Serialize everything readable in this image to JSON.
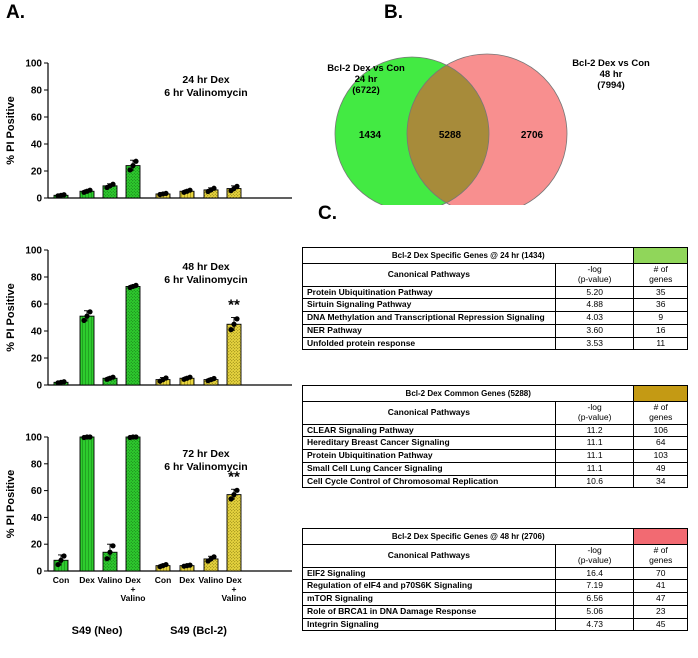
{
  "labels": {
    "panelA": "A.",
    "panelB": "B.",
    "panelC": "C."
  },
  "chart_data": [
    {
      "type": "bar",
      "title": "24 hr Dex\n6 hr Valinomycin",
      "ylabel": "% PI Positive",
      "ylim": [
        0,
        100
      ],
      "yticks": [
        0,
        20,
        40,
        60,
        80,
        100
      ],
      "categories": [
        "Con",
        "Dex",
        "Valino",
        "Dex + Valino",
        "Con",
        "Dex",
        "Valino",
        "Dex + Valino"
      ],
      "groups": [
        "S49 (Neo)",
        "S49 (Bcl-2)"
      ],
      "values": [
        2,
        5,
        9,
        24,
        3,
        5,
        6,
        7
      ],
      "errors": [
        0.5,
        1,
        1.5,
        4,
        0.5,
        1,
        1.5,
        2
      ],
      "significance": [],
      "colors": {
        "neo": "#2ecc2e",
        "bcl2": "#e8d540"
      }
    },
    {
      "type": "bar",
      "title": "48 hr Dex\n6 hr Valinomycin",
      "ylabel": "% PI Positive",
      "ylim": [
        0,
        100
      ],
      "yticks": [
        0,
        20,
        40,
        60,
        80,
        100
      ],
      "categories": [
        "Con",
        "Dex",
        "Valino",
        "Dex + Valino",
        "Con",
        "Dex",
        "Valino",
        "Dex + Valino"
      ],
      "groups": [
        "S49 (Neo)",
        "S49 (Bcl-2)"
      ],
      "values": [
        2,
        51,
        5,
        73,
        4,
        5,
        4,
        45
      ],
      "errors": [
        0.5,
        4,
        1,
        1,
        1.5,
        1,
        1,
        5
      ],
      "significance": [
        {
          "index": 7,
          "text": "**"
        }
      ],
      "colors": {
        "neo": "#2ecc2e",
        "bcl2": "#e8d540"
      }
    },
    {
      "type": "bar",
      "title": "72 hr Dex\n6 hr Valinomycin",
      "ylabel": "% PI Positive",
      "ylim": [
        0,
        100
      ],
      "yticks": [
        0,
        20,
        40,
        60,
        80,
        100
      ],
      "categories": [
        "Con",
        "Dex",
        "Valino",
        "Dex + Valino",
        "Con",
        "Dex",
        "Valino",
        "Dex + Valino"
      ],
      "groups": [
        "S49 (Neo)",
        "S49 (Bcl-2)"
      ],
      "values": [
        8,
        100,
        14,
        100,
        4,
        4,
        9,
        57
      ],
      "errors": [
        4,
        0.5,
        6,
        0.5,
        1,
        0.5,
        2,
        4
      ],
      "significance": [
        {
          "index": 7,
          "text": "**"
        }
      ],
      "colors": {
        "neo": "#2ecc2e",
        "bcl2": "#e8d540"
      }
    }
  ],
  "venn": {
    "left": {
      "title": "Bcl-2 Dex vs Con\n24 hr\n(6722)",
      "unique": 1434,
      "color": "#33e833"
    },
    "right": {
      "title": "Bcl-2 Dex vs Con\n48 hr\n(7994)",
      "unique": 2706,
      "color": "#f78585"
    },
    "overlap": {
      "count": 5288,
      "color": "#a78b3a"
    }
  },
  "tables": [
    {
      "title": "Bcl-2 Dex Specific Genes @ 24 hr (1434)",
      "swatch": "#90d65a",
      "headers": [
        "Canonical Pathways",
        "-log\n(p-value)",
        "# of\ngenes"
      ],
      "rows": [
        [
          "Protein Ubiquitination Pathway",
          "5.20",
          "35"
        ],
        [
          "Sirtuin Signaling Pathway",
          "4.88",
          "36"
        ],
        [
          "DNA Methylation and Transcriptional Repression Signaling",
          "4.03",
          "9"
        ],
        [
          "NER Pathway",
          "3.60",
          "16"
        ],
        [
          "Unfolded protein response",
          "3.53",
          "11"
        ]
      ]
    },
    {
      "title": "Bcl-2 Dex Common Genes (5288)",
      "swatch": "#c49a14",
      "headers": [
        "Canonical Pathways",
        "-log\n(p-value)",
        "# of\ngenes"
      ],
      "rows": [
        [
          "CLEAR Signaling Pathway",
          "11.2",
          "106"
        ],
        [
          "Hereditary Breast Cancer Signaling",
          "11.1",
          "64"
        ],
        [
          "Protein Ubiquitination Pathway",
          "11.1",
          "103"
        ],
        [
          "Small Cell Lung Cancer Signaling",
          "11.1",
          "49"
        ],
        [
          "Cell Cycle Control of Chromosomal Replication",
          "10.6",
          "34"
        ]
      ]
    },
    {
      "title": "Bcl-2 Dex Specific Genes @ 48 hr (2706)",
      "swatch": "#f26a72",
      "headers": [
        "Canonical Pathways",
        "-log\n(p-value)",
        "# of\ngenes"
      ],
      "rows": [
        [
          "EIF2 Signaling",
          "16.4",
          "70"
        ],
        [
          "Regulation of eIF4 and p70S6K Signaling",
          "7.19",
          "41"
        ],
        [
          "mTOR Signaling",
          "6.56",
          "47"
        ],
        [
          "Role of BRCA1 in DNA Damage Response",
          "5.06",
          "23"
        ],
        [
          "Integrin Signaling",
          "4.73",
          "45"
        ]
      ]
    }
  ]
}
